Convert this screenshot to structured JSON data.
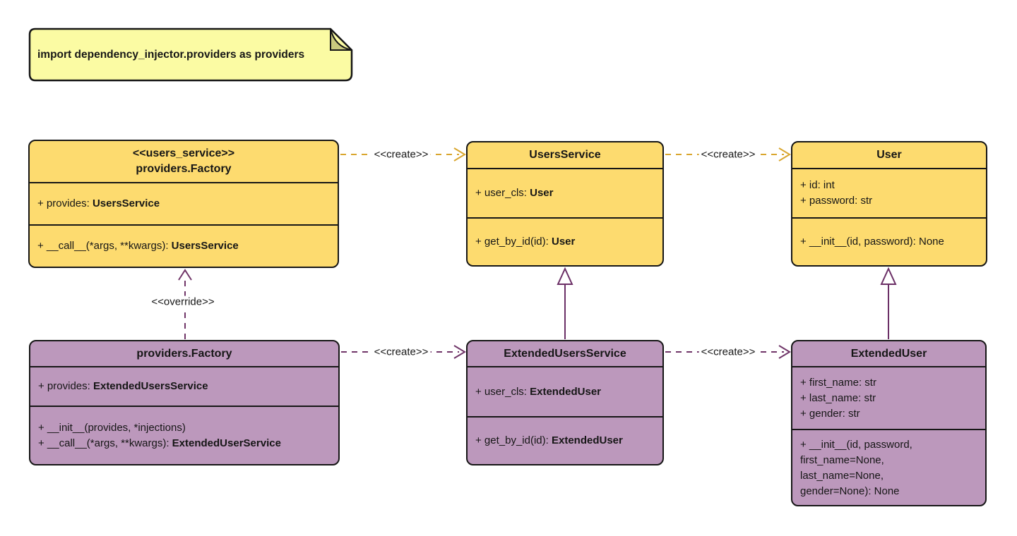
{
  "note": {
    "text": "import dependency_injector.providers as providers"
  },
  "colors": {
    "class_yellow_fill": "#FDDB6F",
    "class_purple_fill": "#BC98BC",
    "note_fill": "#FBFBA3",
    "note_fold_fill": "#C9C97E",
    "border": "#161616",
    "arrow_yellow": "#D9A62E",
    "arrow_purple": "#703568"
  },
  "classes": {
    "factory_users": {
      "stereotype": "<<users_service>>",
      "name": "providers.Factory",
      "attr_label": "+ provides: ",
      "attr_type": "UsersService",
      "method_label": "+ __call__(*args, **kwargs): ",
      "method_type": "UsersService"
    },
    "users_service": {
      "name": "UsersService",
      "attr_label": "+ user_cls: ",
      "attr_type": "User",
      "method_label": "+ get_by_id(id): ",
      "method_type": "User"
    },
    "user": {
      "name": "User",
      "attr_1": "+ id: int",
      "attr_2": "+ password: str",
      "method": "+ __init__(id, password): None"
    },
    "factory_extended": {
      "name": "providers.Factory",
      "attr_label": "+ provides: ",
      "attr_type": "ExtendedUsersService",
      "method_1": "+ __init__(provides, *injections)",
      "method_2_label": "+ __call__(*args, **kwargs): ",
      "method_2_type": "ExtendedUserService"
    },
    "extended_users_service": {
      "name": "ExtendedUsersService",
      "attr_label": "+ user_cls: ",
      "attr_type": "ExtendedUser",
      "method_label": "+ get_by_id(id): ",
      "method_type": "ExtendedUser"
    },
    "extended_user": {
      "name": "ExtendedUser",
      "attr_1": "+ first_name: str",
      "attr_2": "+ last_name: str",
      "attr_3": "+ gender: str",
      "method_line_1": "+ __init__(id, password,",
      "method_line_2": "first_name=None,",
      "method_line_3": "last_name=None,",
      "method_line_4": "gender=None): None"
    }
  },
  "edges": {
    "create_label": "<<create>>",
    "override_label": "<<override>>"
  }
}
